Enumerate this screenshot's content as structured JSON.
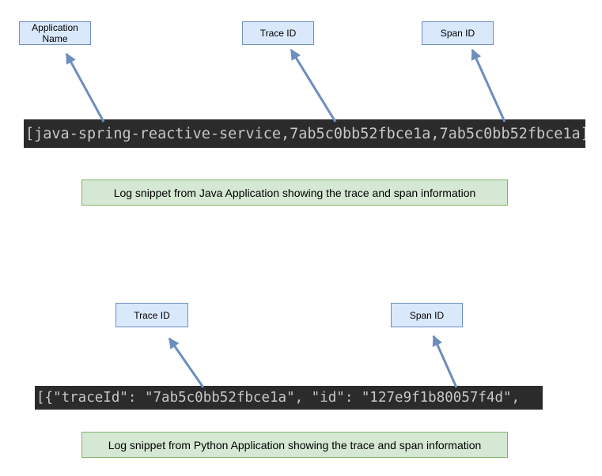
{
  "java_section": {
    "labels": {
      "application_name": "Application Name",
      "trace_id": "Trace ID",
      "span_id": "Span ID"
    },
    "log_line": "[java-spring-reactive-service,7ab5c0bb52fbce1a,7ab5c0bb52fbce1a]",
    "caption": "Log snippet from Java Application showing the trace and span information"
  },
  "python_section": {
    "labels": {
      "trace_id": "Trace ID",
      "span_id": "Span ID"
    },
    "log_line": "[{\"traceId\": \"7ab5c0bb52fbce1a\", \"id\": \"127e9f1b80057f4d\",",
    "caption": "Log snippet from Python Application showing the trace and span information"
  },
  "colors": {
    "label_fill": "#dae8fc",
    "label_border": "#6c8ebf",
    "arrow": "#6c8ebf",
    "caption_fill": "#d5e8d4",
    "caption_border": "#82b366",
    "log_background": "#2b2b2b",
    "log_text": "#c8c8c8"
  }
}
